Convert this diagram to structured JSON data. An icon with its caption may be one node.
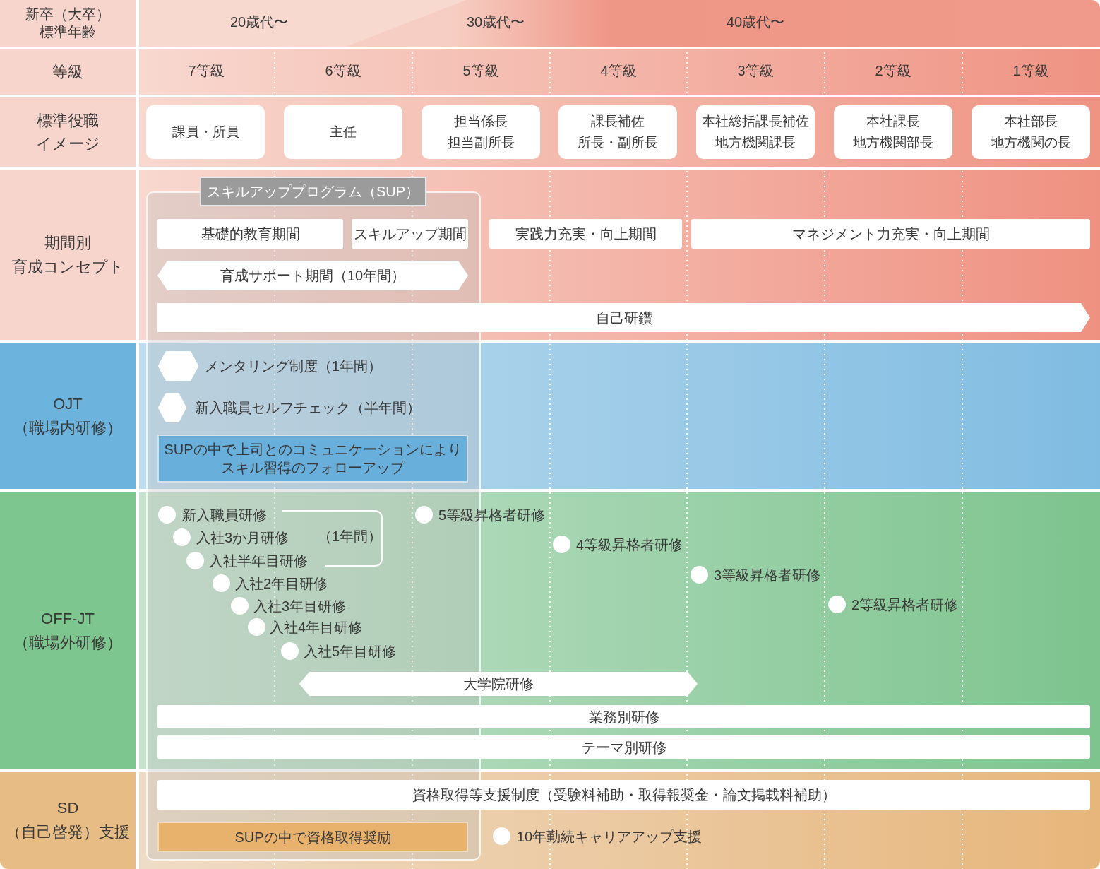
{
  "diagram": {
    "nodes": [
      {
        "text": [
          "新卒（大卒）",
          "標準年齢"
        ]
      },
      {
        "text": [
          "等級"
        ]
      },
      {
        "text": [
          "標準役職",
          "イメージ"
        ]
      },
      {
        "text": [
          "課員・所員"
        ]
      },
      {
        "text": [
          "主任"
        ]
      },
      {
        "text": [
          "担当係長",
          "担当副所長"
        ]
      },
      {
        "text": [
          "課長補佐",
          "所長・副所長"
        ]
      },
      {
        "text": [
          "本社総括課長補佐",
          "地方機関課長"
        ]
      },
      {
        "text": [
          "本社課長",
          "地方機関部長"
        ]
      },
      {
        "text": [
          "本社部長",
          "地方機関の長"
        ]
      },
      {
        "text": [
          "期間別",
          "育成コンセプト"
        ]
      },
      {
        "text": [
          "スキルアッププログラム（SUP）"
        ]
      },
      {
        "text": [
          "基礎的教育期間"
        ],
        "in": 11
      },
      {
        "text": [
          "スキルアップ期間"
        ],
        "in": 11
      },
      {
        "text": [
          "実践力充実・向上期間"
        ]
      },
      {
        "text": [
          "マネジメント力充実・向上期間"
        ]
      },
      {
        "text": [
          "育成サポート期間（10年間）"
        ],
        "in": 11
      },
      {
        "text": [
          "自己研鑽"
        ]
      },
      {
        "text": [
          "OJT",
          "（職場内研修）"
        ]
      },
      {
        "text": [],
        "shape": "hexagon",
        "beside": [
          "メンタリング制度（1年間）"
        ],
        "in": 11
      },
      {
        "text": [],
        "shape": "hexagon",
        "beside": [
          "新入職員セルフチェック（半年間）"
        ],
        "in": 11
      },
      {
        "text": [
          "SUPの中で上司とのコミュニケーションによりスキル習得のフォローアップ"
        ],
        "in": 11
      },
      {
        "text": [
          "OFF-JT",
          "（職場外研修）"
        ]
      },
      {
        "text": [],
        "shape": "circle",
        "beside": [
          "新入職員研修"
        ],
        "in": 11
      },
      {
        "text": [],
        "shape": "circle",
        "beside": [
          "入社3か月研修"
        ],
        "in": 11
      },
      {
        "text": [],
        "shape": "circle",
        "beside": [
          "入社半年目研修"
        ],
        "in": 11
      },
      {
        "text": [],
        "shape": "circle",
        "beside": [
          "入社2年目研修"
        ],
        "in": 11
      },
      {
        "text": [],
        "shape": "circle",
        "beside": [
          "入社3年目研修"
        ],
        "in": 11
      },
      {
        "text": [],
        "shape": "circle",
        "beside": [
          "入社4年目研修"
        ],
        "in": 11
      },
      {
        "text": [],
        "shape": "circle",
        "beside": [
          "入社5年目研修"
        ],
        "in": 11
      },
      {
        "text": [],
        "shape": "circle",
        "beside": [
          "5等級昇格者研修"
        ],
        "in": 11
      },
      {
        "text": [],
        "shape": "circle",
        "beside": [
          "4等級昇格者研修"
        ]
      },
      {
        "text": [],
        "shape": "circle",
        "beside": [
          "3等級昇格者研修"
        ]
      },
      {
        "text": [],
        "shape": "circle",
        "beside": [
          "2等級昇格者研修"
        ]
      },
      {
        "text": [
          "大学院研修"
        ]
      },
      {
        "text": [
          "業務別研修"
        ]
      },
      {
        "text": [
          "テーマ別研修"
        ]
      },
      {
        "text": [
          "SD",
          "（自己啓発）支援"
        ]
      },
      {
        "text": [
          "資格取得等支援制度（受験料補助・取得報奨金・論文掲載料補助）"
        ]
      },
      {
        "text": [
          "SUPの中で資格取得奨励"
        ],
        "in": 11
      },
      {
        "text": [],
        "shape": "circle",
        "beside": [
          "10年勤続キャリアアップ支援"
        ]
      }
    ],
    "labels": [
      "20歳代〜",
      "30歳代〜",
      "40歳代〜",
      "7等級",
      "6等級",
      "5等級",
      "4等級",
      "3等級",
      "2等級",
      "1等級",
      "（1年間）"
    ]
  }
}
